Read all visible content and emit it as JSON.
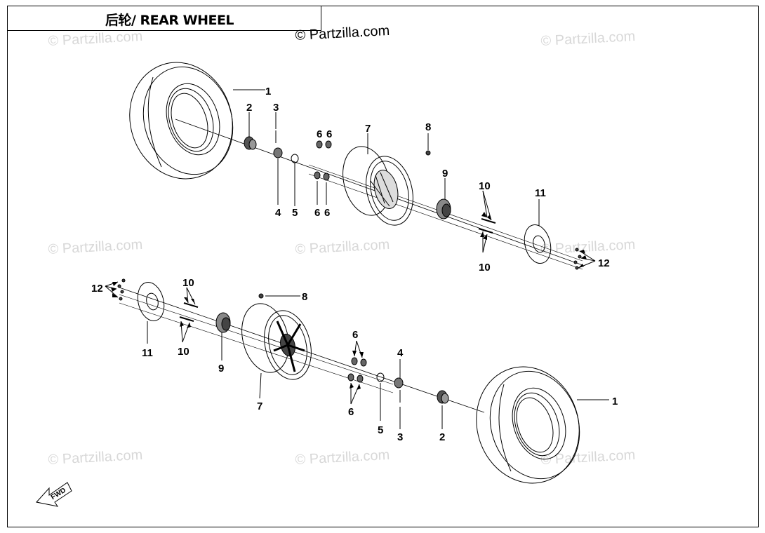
{
  "title": "后轮/ REAR WHEEL",
  "copyright": "© Partzilla.com",
  "watermark": "© Partzilla.com",
  "forward_label": "FWD",
  "callouts": {
    "n1": "1",
    "n2": "2",
    "n3": "3",
    "n4": "4",
    "n5": "5",
    "n6": "6",
    "n7": "7",
    "n8": "8",
    "n9": "9",
    "n10": "10",
    "n11": "11",
    "n12": "12"
  }
}
